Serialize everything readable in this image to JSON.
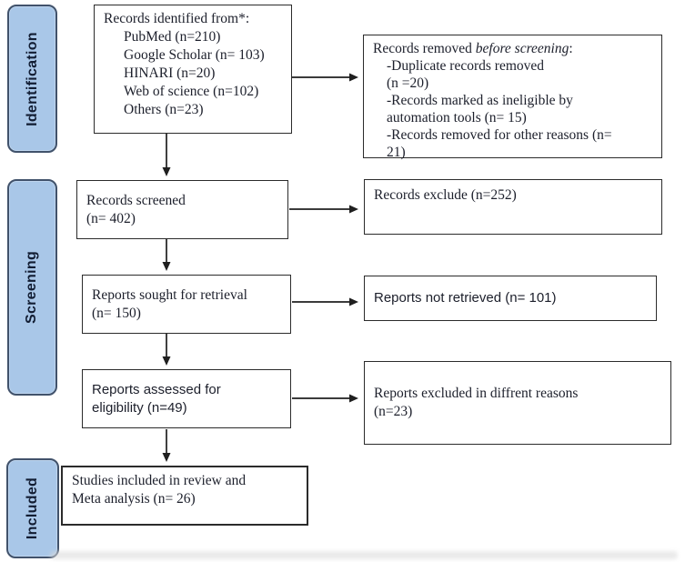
{
  "sidebar": {
    "stages": [
      {
        "label": "Identification"
      },
      {
        "label": "Screening"
      },
      {
        "label": "Included"
      }
    ]
  },
  "boxes": {
    "identified": {
      "heading": "Records identified from*:",
      "items": [
        "PubMed (n=210)",
        "Google Scholar (n= 103)",
        "HINARI (n=20)",
        "Web of science (n=102)",
        "Others (n=23)"
      ]
    },
    "removed": {
      "heading_prefix": "Records removed ",
      "heading_italic": "before screening",
      "heading_suffix": ":",
      "lines": [
        "-Duplicate records removed",
        "(n =20)",
        "-Records marked as ineligible by",
        "automation tools (n= 15)",
        "-Records removed for other reasons (n=",
        "21)"
      ]
    },
    "screened": {
      "lines": [
        "Records screened",
        "(n= 402)"
      ]
    },
    "excluded": {
      "lines": [
        "Records exclude (n=252)"
      ]
    },
    "sought": {
      "lines": [
        "Reports sought for retrieval",
        "(n= 150)"
      ]
    },
    "not_retrieved": {
      "lines": [
        "Reports not retrieved (n= 101)"
      ]
    },
    "assessed": {
      "lines": [
        "Reports assessed for",
        "eligibility (n=49)"
      ]
    },
    "excluded_reasons": {
      "lines": [
        "Reports excluded in diffrent reasons",
        "(n=23)"
      ]
    },
    "included_studies": {
      "lines": [
        "Studies included in review and",
        "Meta analysis (n= 26)"
      ]
    }
  },
  "colors": {
    "stage_fill": "#a9c7e8",
    "stage_border": "#41526b",
    "box_border": "#2b2b2b",
    "arrow": "#1f1f1f"
  }
}
